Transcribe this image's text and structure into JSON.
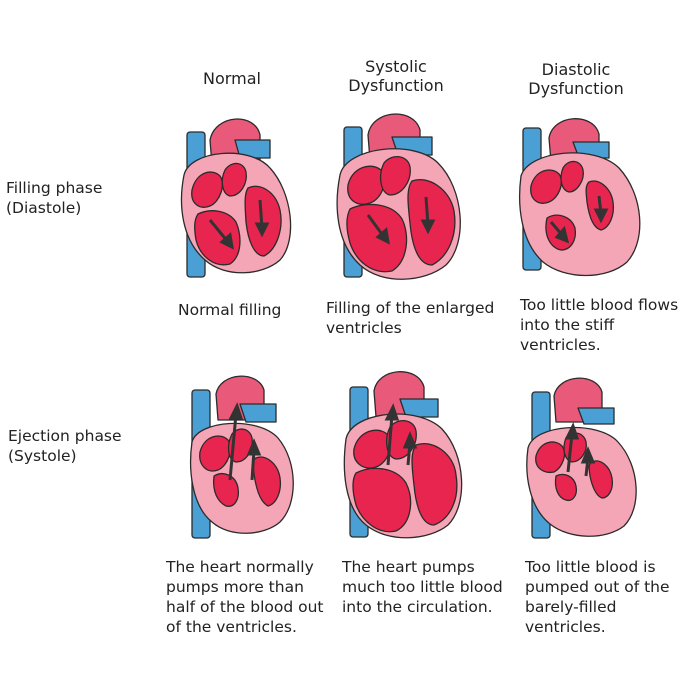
{
  "columns": [
    {
      "label": "Normal"
    },
    {
      "label": "Systolic\nDysfunction"
    },
    {
      "label": "Diastolic\nDysfunction"
    }
  ],
  "rows": [
    {
      "label": "Filling phase\n(Diastole)"
    },
    {
      "label": "Ejection phase\n(Systole)"
    }
  ],
  "captions": {
    "filling": [
      "Normal filling",
      "Filling of the enlarged\nventricles",
      "Too little blood flows\ninto the stiff ventricles."
    ],
    "ejection": [
      "The heart normally\npumps more than\nhalf of the blood out\nof the ventricles.",
      "The heart pumps\nmuch too little blood\ninto the circulation.",
      "Too little blood is\npumped out of the\nbarely-filled ventricles."
    ]
  },
  "colors": {
    "vessel_blue": "#4a9fd5",
    "heart_pink": "#f4a6b6",
    "chamber_red": "#e8254f",
    "aorta_pink": "#e8597a",
    "outline": "#2b2b2b",
    "arrow": "#333333"
  }
}
